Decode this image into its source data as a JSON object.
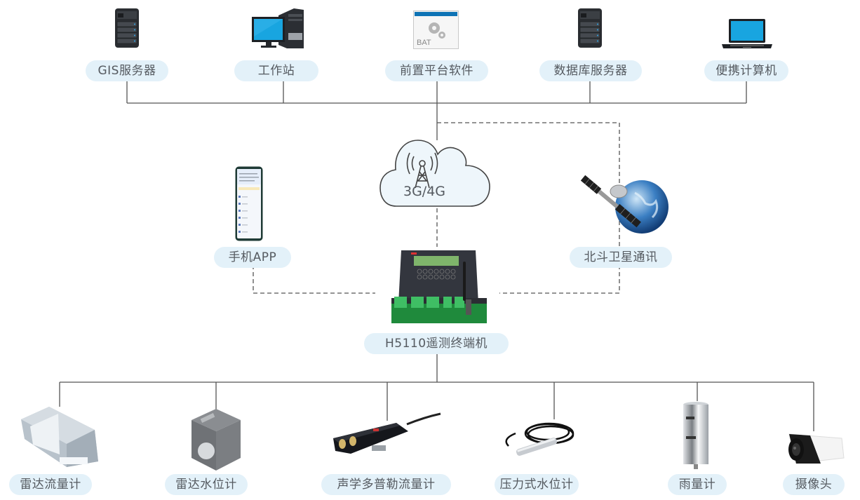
{
  "diagram": {
    "top_nodes": [
      {
        "id": "gis-server",
        "label": "GIS服务器",
        "icon": "server-tower-icon"
      },
      {
        "id": "workstation",
        "label": "工作站",
        "icon": "desktop-computer-icon"
      },
      {
        "id": "front-platform",
        "label": "前置平台软件",
        "icon": "bat-software-icon",
        "icon_text": "BAT"
      },
      {
        "id": "db-server",
        "label": "数据库服务器",
        "icon": "server-tower-icon"
      },
      {
        "id": "laptop",
        "label": "便携计算机",
        "icon": "laptop-icon"
      }
    ],
    "network": {
      "label": "3G/4G",
      "icon": "cell-tower-cloud-icon"
    },
    "mobile_app": {
      "label": "手机APP",
      "icon": "smartphone-icon"
    },
    "beidou": {
      "label": "北斗卫星通讯",
      "icon": "satellite-globe-icon"
    },
    "terminal": {
      "label": "H5110遥测终端机",
      "icon": "rtu-terminal-icon"
    },
    "sensors": [
      {
        "id": "radar-flowmeter",
        "label": "雷达流量计",
        "icon": "radar-flowmeter-icon"
      },
      {
        "id": "radar-level",
        "label": "雷达水位计",
        "icon": "radar-level-gauge-icon"
      },
      {
        "id": "doppler-flowmeter",
        "label": "声学多普勒流量计",
        "icon": "doppler-flowmeter-icon"
      },
      {
        "id": "pressure-level",
        "label": "压力式水位计",
        "icon": "pressure-level-sensor-icon"
      },
      {
        "id": "rain-gauge",
        "label": "雨量计",
        "icon": "rain-gauge-icon"
      },
      {
        "id": "camera",
        "label": "摄像头",
        "icon": "bullet-camera-icon"
      }
    ],
    "colors": {
      "pill_bg": "#e3f1f9",
      "text": "#555a60",
      "line": "#555555",
      "cloud_fill": "#eef6fb"
    }
  }
}
